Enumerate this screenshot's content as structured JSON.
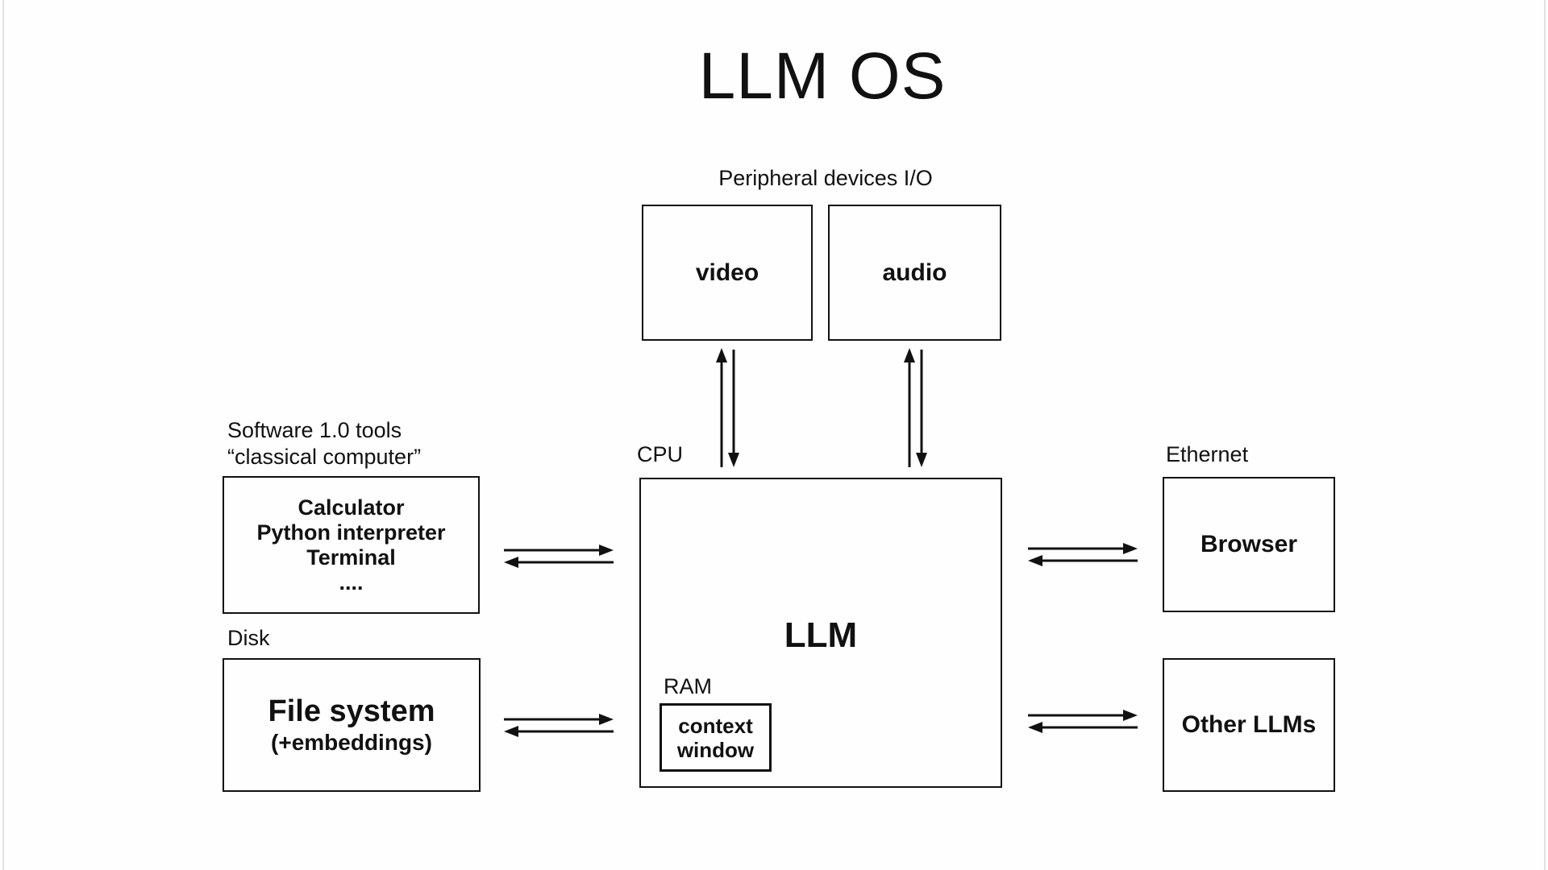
{
  "title": "LLM OS",
  "colors": {
    "ink": "#111111",
    "background": "#fefefe",
    "edge_line": "#e2e2e2"
  },
  "peripherals": {
    "section_label": "Peripheral devices I/O",
    "video_label": "video",
    "audio_label": "audio"
  },
  "cpu": {
    "label": "CPU",
    "llm_label": "LLM",
    "ram_label": "RAM",
    "context_window_label": "context window"
  },
  "software_tools": {
    "caption_line1": "Software 1.0 tools",
    "caption_line2": "“classical computer”",
    "box_lines": [
      "Calculator",
      "Python interpreter",
      "Terminal",
      "...."
    ]
  },
  "disk": {
    "label": "Disk",
    "box_title": "File system",
    "box_subtitle": "(+embeddings)"
  },
  "network": {
    "label": "Ethernet",
    "browser_label": "Browser",
    "other_llms_label": "Other LLMs"
  }
}
